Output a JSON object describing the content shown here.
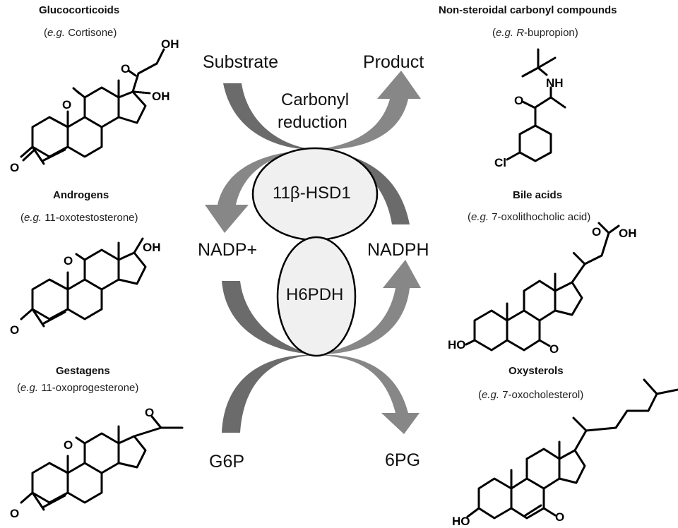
{
  "diagram": {
    "enzymes": {
      "top": "11β-HSD1",
      "bottom": "H6PDH"
    },
    "reaction_labels": {
      "substrate": "Substrate",
      "product": "Product",
      "process_line1": "Carbonyl",
      "process_line2": "reduction",
      "nadp_plus": "NADP+",
      "nadph": "NADPH",
      "g6p": "G6P",
      "sixpg": "6PG"
    },
    "colors": {
      "arrow_dark": "#6b6b6b",
      "arrow_light": "#8a8a8a",
      "enzyme_fill": "#f0f0f0",
      "enzyme_stroke": "#000000"
    },
    "compound_classes": [
      {
        "title": "Glucocorticoids",
        "example_prefix": "e.g.",
        "example": "Cortisone"
      },
      {
        "title": "Androgens",
        "example_prefix": "e.g.",
        "example": "11-oxotestosterone"
      },
      {
        "title": "Gestagens",
        "example_prefix": "e.g.",
        "example": "11-oxoprogesterone"
      },
      {
        "title": "Non-steroidal carbonyl compounds",
        "example_prefix": "e.g.",
        "example_italic": "R",
        "example": "-bupropion"
      },
      {
        "title": "Bile acids",
        "example_prefix": "e.g.",
        "example": "7-oxolithocholic acid"
      },
      {
        "title": "Oxysterols",
        "example_prefix": "e.g.",
        "example": "7-oxocholesterol"
      }
    ],
    "atom_labels": {
      "O": "O",
      "OH": "OH",
      "HO": "HO",
      "NH": "NH",
      "Cl": "Cl"
    }
  }
}
